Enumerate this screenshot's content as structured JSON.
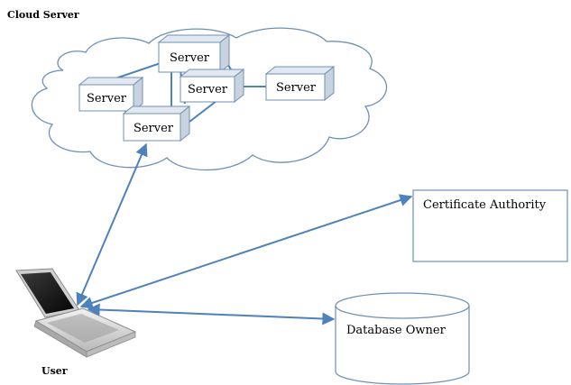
{
  "cloud_label": "Cloud Server",
  "servers": [
    "Server",
    "Server",
    "Server",
    "Server",
    "Server"
  ],
  "certificate_authority": "Certificate Authority",
  "database_owner": "Database Owner",
  "user_label": "User",
  "colors": {
    "link": "#4f81bd",
    "cloud_fill": "#ffffff",
    "cloud_stroke": "#6f8fb9",
    "server_face": "#ffffff",
    "server_side": "#c9d3e0"
  }
}
